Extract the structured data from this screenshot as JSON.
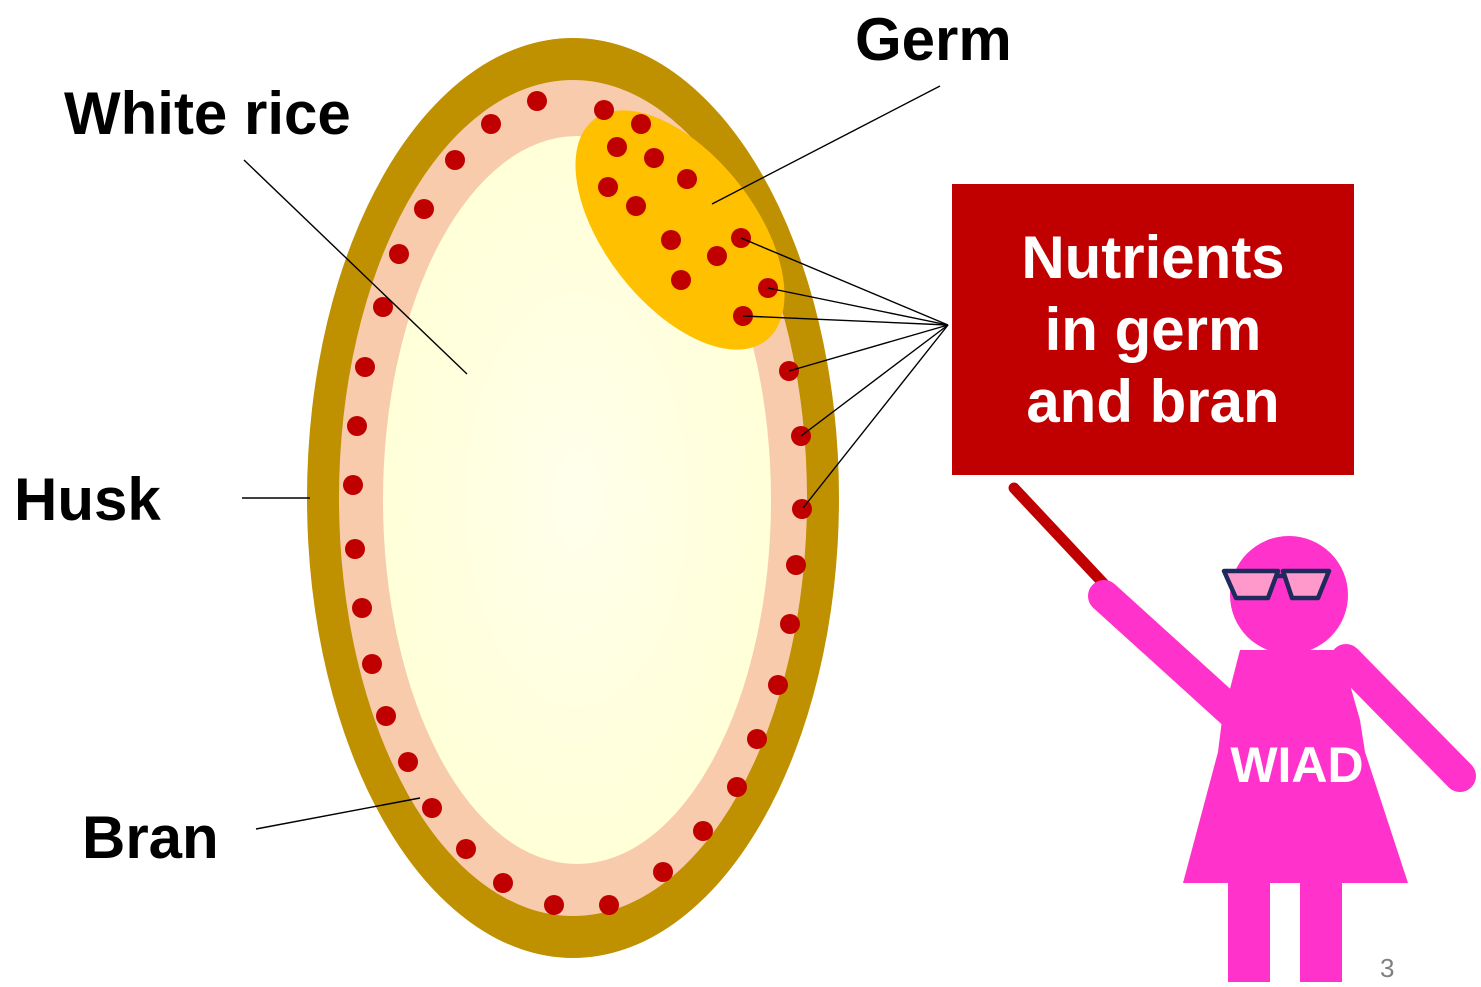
{
  "labels": {
    "germ": "Germ",
    "white_rice": "White rice",
    "husk": "Husk",
    "bran": "Bran"
  },
  "nutrients_box": {
    "line1": "Nutrients",
    "line2": "in germ",
    "line3": "and bran"
  },
  "figure_badge": "WIAD",
  "page_number": "3",
  "colors": {
    "husk": "#bf9000",
    "bran": "#f8cbad",
    "white_rice": "#ffffe0",
    "germ": "#ffc000",
    "nutrient_dot": "#c00000",
    "box": "#c00000",
    "figure": "#ff33cc",
    "pointer": "#c00000",
    "glasses_frame": "#1f2a5c",
    "glasses_lens": "#ff99cc"
  },
  "icons": [
    "rice-grain-icon",
    "presenter-figure-icon",
    "glasses-icon",
    "pointer-stick-icon"
  ]
}
